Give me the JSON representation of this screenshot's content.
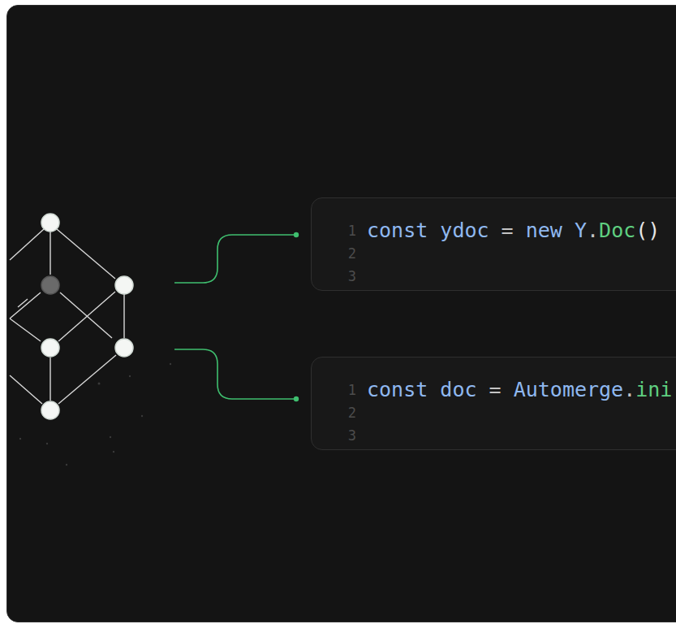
{
  "diagram": {
    "nodes": [
      {
        "text": [
          "1",
          "2",
          "3",
          "const ydoc = new Y.Doc()"
        ]
      },
      {
        "text": [
          "1",
          "2",
          "3",
          "const doc = Automerge.ini"
        ]
      }
    ]
  }
}
